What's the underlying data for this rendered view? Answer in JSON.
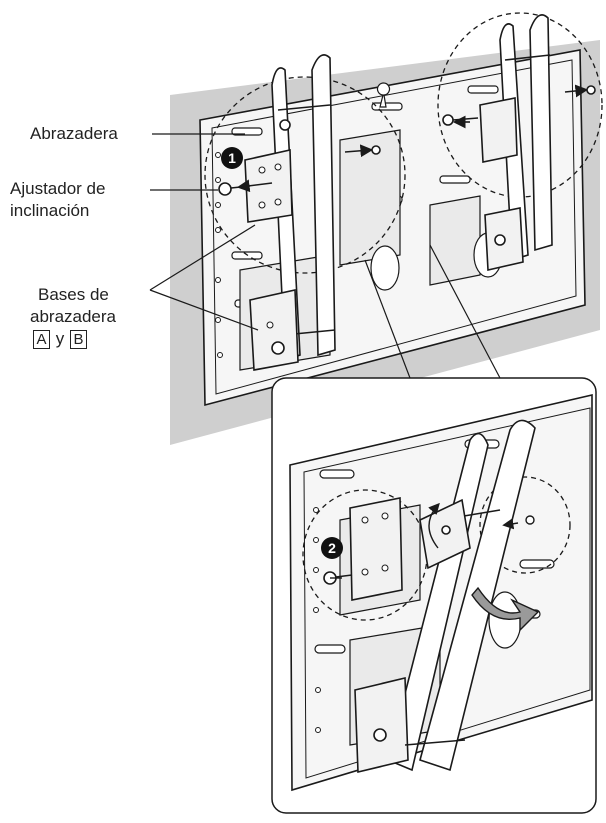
{
  "labels": {
    "clamp": "Abrazadera",
    "tilt_line1": "Ajustador de",
    "tilt_line2": "inclinación",
    "bases_line1": "Bases de",
    "bases_line2": "abrazadera",
    "box_a": "A",
    "conj": "y",
    "box_b": "B"
  },
  "steps": {
    "step1": "1",
    "step2": "2"
  },
  "colors": {
    "line": "#1a1a1a",
    "wall_shadow": "#cfcfcf",
    "panel_fill": "#f4f4f4",
    "metal_fill": "#ffffff"
  }
}
